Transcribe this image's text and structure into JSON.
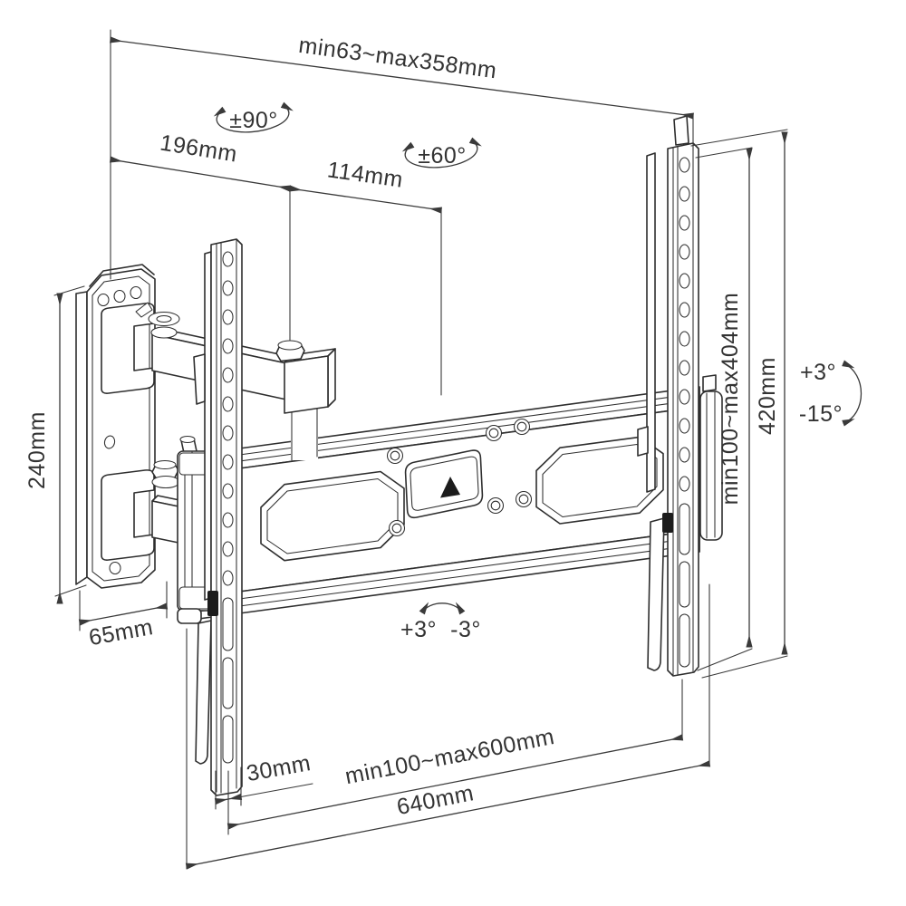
{
  "figure": {
    "kind": "technical-line-diagram",
    "subject": "full-motion articulating TV wall mount with dimension callouts"
  },
  "colors": {
    "background": "#ffffff",
    "drawing_line": "#2e2e2e",
    "dimension_line": "#3a3a3a",
    "solid_fill": "#1c1c1c"
  },
  "annotations": {
    "top_span": "min63~max358mm",
    "rotate_range": "±90°",
    "swivel_range": "±60°",
    "arm_length_1": "196mm",
    "arm_length_2": "114mm",
    "wall_plate_height": "240mm",
    "wall_plate_width": "65mm",
    "vesa_height": "min100~max404mm",
    "rail_height": "420mm",
    "tilt_up": "+3°",
    "tilt_down": "-15°",
    "level_left": "+3°",
    "level_right": "-3°",
    "rail_width": "30mm",
    "vesa_width": "min100~max600mm",
    "crossbar_width": "640mm"
  }
}
